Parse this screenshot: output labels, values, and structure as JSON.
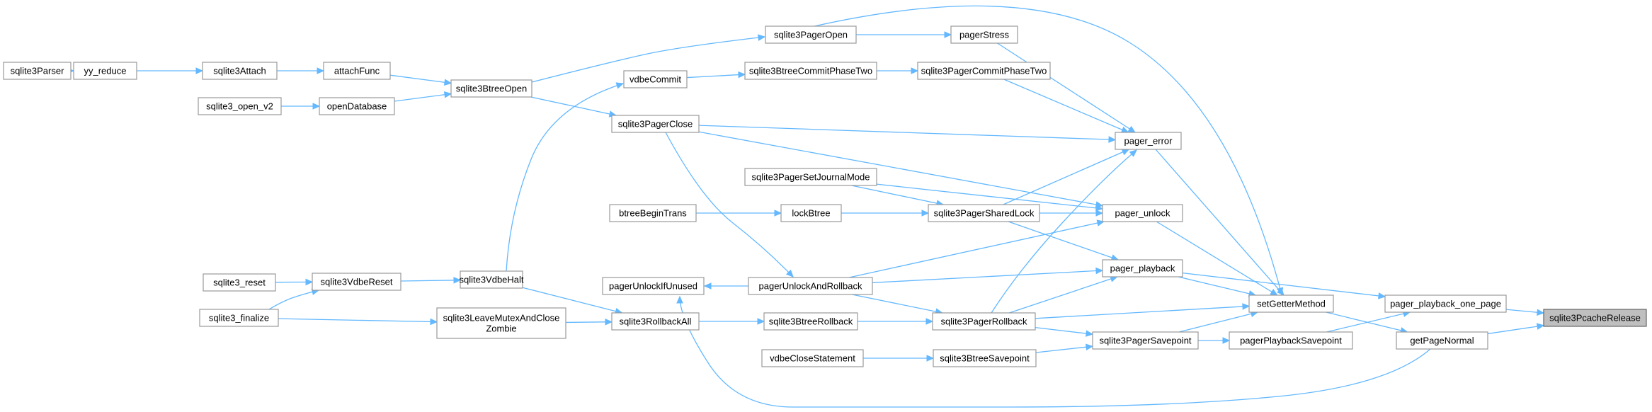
{
  "graph": {
    "root": "sqlite3PcacheRelease",
    "colors": {
      "edge": "#63b8ff",
      "node_fill": "#ffffff",
      "node_border": "#999999",
      "root_fill": "#bfbfbf",
      "root_border": "#666666"
    },
    "nodes": [
      {
        "id": "sqlite3Parser",
        "lines": [
          "sqlite3Parser"
        ]
      },
      {
        "id": "yy_reduce",
        "lines": [
          "yy_reduce"
        ]
      },
      {
        "id": "sqlite3Attach",
        "lines": [
          "sqlite3Attach"
        ]
      },
      {
        "id": "attachFunc",
        "lines": [
          "attachFunc"
        ]
      },
      {
        "id": "sqlite3_open_v2",
        "lines": [
          "sqlite3_open_v2"
        ]
      },
      {
        "id": "openDatabase",
        "lines": [
          "openDatabase"
        ]
      },
      {
        "id": "sqlite3BtreeOpen",
        "lines": [
          "sqlite3BtreeOpen"
        ]
      },
      {
        "id": "sqlite3PagerOpen",
        "lines": [
          "sqlite3PagerOpen"
        ]
      },
      {
        "id": "pagerStress",
        "lines": [
          "pagerStress"
        ]
      },
      {
        "id": "vdbeCommit",
        "lines": [
          "vdbeCommit"
        ]
      },
      {
        "id": "sqlite3BtreeCommitPhaseTwo",
        "lines": [
          "sqlite3BtreeCommitPhaseTwo"
        ]
      },
      {
        "id": "sqlite3PagerCommitPhaseTwo",
        "lines": [
          "sqlite3PagerCommitPhaseTwo"
        ]
      },
      {
        "id": "sqlite3PagerClose",
        "lines": [
          "sqlite3PagerClose"
        ]
      },
      {
        "id": "pager_error",
        "lines": [
          "pager_error"
        ]
      },
      {
        "id": "sqlite3PagerSetJournalMode",
        "lines": [
          "sqlite3PagerSetJournalMode"
        ]
      },
      {
        "id": "btreeBeginTrans",
        "lines": [
          "btreeBeginTrans"
        ]
      },
      {
        "id": "lockBtree",
        "lines": [
          "lockBtree"
        ]
      },
      {
        "id": "sqlite3PagerSharedLock",
        "lines": [
          "sqlite3PagerSharedLock"
        ]
      },
      {
        "id": "pager_unlock",
        "lines": [
          "pager_unlock"
        ]
      },
      {
        "id": "pager_playback",
        "lines": [
          "pager_playback"
        ]
      },
      {
        "id": "sqlite3_reset",
        "lines": [
          "sqlite3_reset"
        ]
      },
      {
        "id": "sqlite3VdbeReset",
        "lines": [
          "sqlite3VdbeReset"
        ]
      },
      {
        "id": "sqlite3VdbeHalt",
        "lines": [
          "sqlite3VdbeHalt"
        ]
      },
      {
        "id": "pagerUnlockIfUnused",
        "lines": [
          "pagerUnlockIfUnused"
        ]
      },
      {
        "id": "pagerUnlockAndRollback",
        "lines": [
          "pagerUnlockAndRollback"
        ]
      },
      {
        "id": "setGetterMethod",
        "lines": [
          "setGetterMethod"
        ]
      },
      {
        "id": "pager_playback_one_page",
        "lines": [
          "pager_playback_one_page"
        ]
      },
      {
        "id": "sqlite3PcacheRelease",
        "lines": [
          "sqlite3PcacheRelease"
        ]
      },
      {
        "id": "sqlite3_finalize",
        "lines": [
          "sqlite3_finalize"
        ]
      },
      {
        "id": "sqlite3LeaveMutexAndCloseZombie",
        "lines": [
          "sqlite3LeaveMutexAndClose",
          "Zombie"
        ]
      },
      {
        "id": "sqlite3RollbackAll",
        "lines": [
          "sqlite3RollbackAll"
        ]
      },
      {
        "id": "sqlite3BtreeRollback",
        "lines": [
          "sqlite3BtreeRollback"
        ]
      },
      {
        "id": "sqlite3PagerRollback",
        "lines": [
          "sqlite3PagerRollback"
        ]
      },
      {
        "id": "sqlite3PagerSavepoint",
        "lines": [
          "sqlite3PagerSavepoint"
        ]
      },
      {
        "id": "pagerPlaybackSavepoint",
        "lines": [
          "pagerPlaybackSavepoint"
        ]
      },
      {
        "id": "getPageNormal",
        "lines": [
          "getPageNormal"
        ]
      },
      {
        "id": "vdbeCloseStatement",
        "lines": [
          "vdbeCloseStatement"
        ]
      },
      {
        "id": "sqlite3BtreeSavepoint",
        "lines": [
          "sqlite3BtreeSavepoint"
        ]
      }
    ],
    "edges": [
      {
        "from": "sqlite3Parser",
        "to": "yy_reduce"
      },
      {
        "from": "yy_reduce",
        "to": "sqlite3Attach"
      },
      {
        "from": "sqlite3Attach",
        "to": "attachFunc"
      },
      {
        "from": "attachFunc",
        "to": "sqlite3BtreeOpen"
      },
      {
        "from": "sqlite3_open_v2",
        "to": "openDatabase"
      },
      {
        "from": "openDatabase",
        "to": "sqlite3BtreeOpen"
      },
      {
        "from": "sqlite3BtreeOpen",
        "to": "sqlite3PagerOpen"
      },
      {
        "from": "sqlite3BtreeOpen",
        "to": "sqlite3PagerClose"
      },
      {
        "from": "sqlite3PagerOpen",
        "to": "pagerStress"
      },
      {
        "from": "sqlite3PagerOpen",
        "to": "setGetterMethod"
      },
      {
        "from": "pagerStress",
        "to": "pager_error"
      },
      {
        "from": "sqlite3VdbeHalt",
        "to": "vdbeCommit"
      },
      {
        "from": "vdbeCommit",
        "to": "sqlite3BtreeCommitPhaseTwo"
      },
      {
        "from": "sqlite3BtreeCommitPhaseTwo",
        "to": "sqlite3PagerCommitPhaseTwo"
      },
      {
        "from": "sqlite3PagerCommitPhaseTwo",
        "to": "pager_error"
      },
      {
        "from": "sqlite3PagerClose",
        "to": "pager_error"
      },
      {
        "from": "sqlite3PagerClose",
        "to": "pager_unlock"
      },
      {
        "from": "sqlite3PagerClose",
        "to": "pagerUnlockAndRollback"
      },
      {
        "from": "pager_error",
        "to": "setGetterMethod"
      },
      {
        "from": "sqlite3PagerSetJournalMode",
        "to": "sqlite3PagerSharedLock"
      },
      {
        "from": "sqlite3PagerSetJournalMode",
        "to": "pager_unlock"
      },
      {
        "from": "btreeBeginTrans",
        "to": "lockBtree"
      },
      {
        "from": "lockBtree",
        "to": "sqlite3PagerSharedLock"
      },
      {
        "from": "sqlite3PagerSharedLock",
        "to": "pager_error"
      },
      {
        "from": "sqlite3PagerSharedLock",
        "to": "pager_unlock"
      },
      {
        "from": "sqlite3PagerSharedLock",
        "to": "pager_playback"
      },
      {
        "from": "pager_unlock",
        "to": "setGetterMethod"
      },
      {
        "from": "pager_playback",
        "to": "setGetterMethod"
      },
      {
        "from": "pager_playback",
        "to": "pager_playback_one_page"
      },
      {
        "from": "sqlite3_reset",
        "to": "sqlite3VdbeReset"
      },
      {
        "from": "sqlite3_finalize",
        "to": "sqlite3VdbeReset"
      },
      {
        "from": "sqlite3VdbeReset",
        "to": "sqlite3VdbeHalt"
      },
      {
        "from": "sqlite3VdbeHalt",
        "to": "sqlite3RollbackAll"
      },
      {
        "from": "sqlite3_finalize",
        "to": "sqlite3LeaveMutexAndCloseZombie"
      },
      {
        "from": "sqlite3LeaveMutexAndCloseZombie",
        "to": "sqlite3RollbackAll"
      },
      {
        "from": "sqlite3RollbackAll",
        "to": "sqlite3BtreeRollback"
      },
      {
        "from": "sqlite3BtreeRollback",
        "to": "sqlite3PagerRollback"
      },
      {
        "from": "pagerUnlockAndRollback",
        "to": "pagerUnlockIfUnused"
      },
      {
        "from": "pagerUnlockAndRollback",
        "to": "pager_unlock"
      },
      {
        "from": "pagerUnlockAndRollback",
        "to": "pager_playback"
      },
      {
        "from": "pagerUnlockAndRollback",
        "to": "sqlite3PagerRollback"
      },
      {
        "from": "sqlite3PagerRollback",
        "to": "pager_error"
      },
      {
        "from": "sqlite3PagerRollback",
        "to": "pager_playback"
      },
      {
        "from": "sqlite3PagerRollback",
        "to": "setGetterMethod"
      },
      {
        "from": "sqlite3PagerRollback",
        "to": "sqlite3PagerSavepoint"
      },
      {
        "from": "vdbeCloseStatement",
        "to": "sqlite3BtreeSavepoint"
      },
      {
        "from": "sqlite3BtreeSavepoint",
        "to": "sqlite3PagerSavepoint"
      },
      {
        "from": "sqlite3PagerSavepoint",
        "to": "setGetterMethod"
      },
      {
        "from": "sqlite3PagerSavepoint",
        "to": "pagerPlaybackSavepoint"
      },
      {
        "from": "pagerPlaybackSavepoint",
        "to": "pager_playback_one_page"
      },
      {
        "from": "setGetterMethod",
        "to": "getPageNormal"
      },
      {
        "from": "getPageNormal",
        "to": "pagerUnlockIfUnused"
      },
      {
        "from": "pager_playback_one_page",
        "to": "sqlite3PcacheRelease"
      },
      {
        "from": "getPageNormal",
        "to": "sqlite3PcacheRelease"
      }
    ]
  }
}
